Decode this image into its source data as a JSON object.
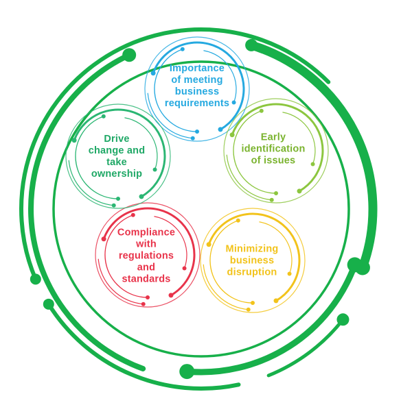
{
  "colors": {
    "frame": "#17b04a",
    "requirements": "#25a9e0",
    "issues": "#8cc63f",
    "disruption": "#f2c31b",
    "compliance": "#e8334a",
    "ownership": "#2bb673"
  },
  "nodes": [
    {
      "key": "requirements",
      "label": "Importance\nof meeting\nbusiness\nrequirements",
      "icon": "circle-icon"
    },
    {
      "key": "issues",
      "label": "Early\nidentification\nof issues",
      "icon": "circle-icon"
    },
    {
      "key": "disruption",
      "label": "Minimizing\nbusiness\ndisruption",
      "icon": "circle-icon"
    },
    {
      "key": "compliance",
      "label": "Compliance\nwith\nregulations\nand\nstandards",
      "icon": "circle-icon"
    },
    {
      "key": "ownership",
      "label": "Drive\nchange and\ntake\nownership",
      "icon": "circle-icon"
    }
  ]
}
